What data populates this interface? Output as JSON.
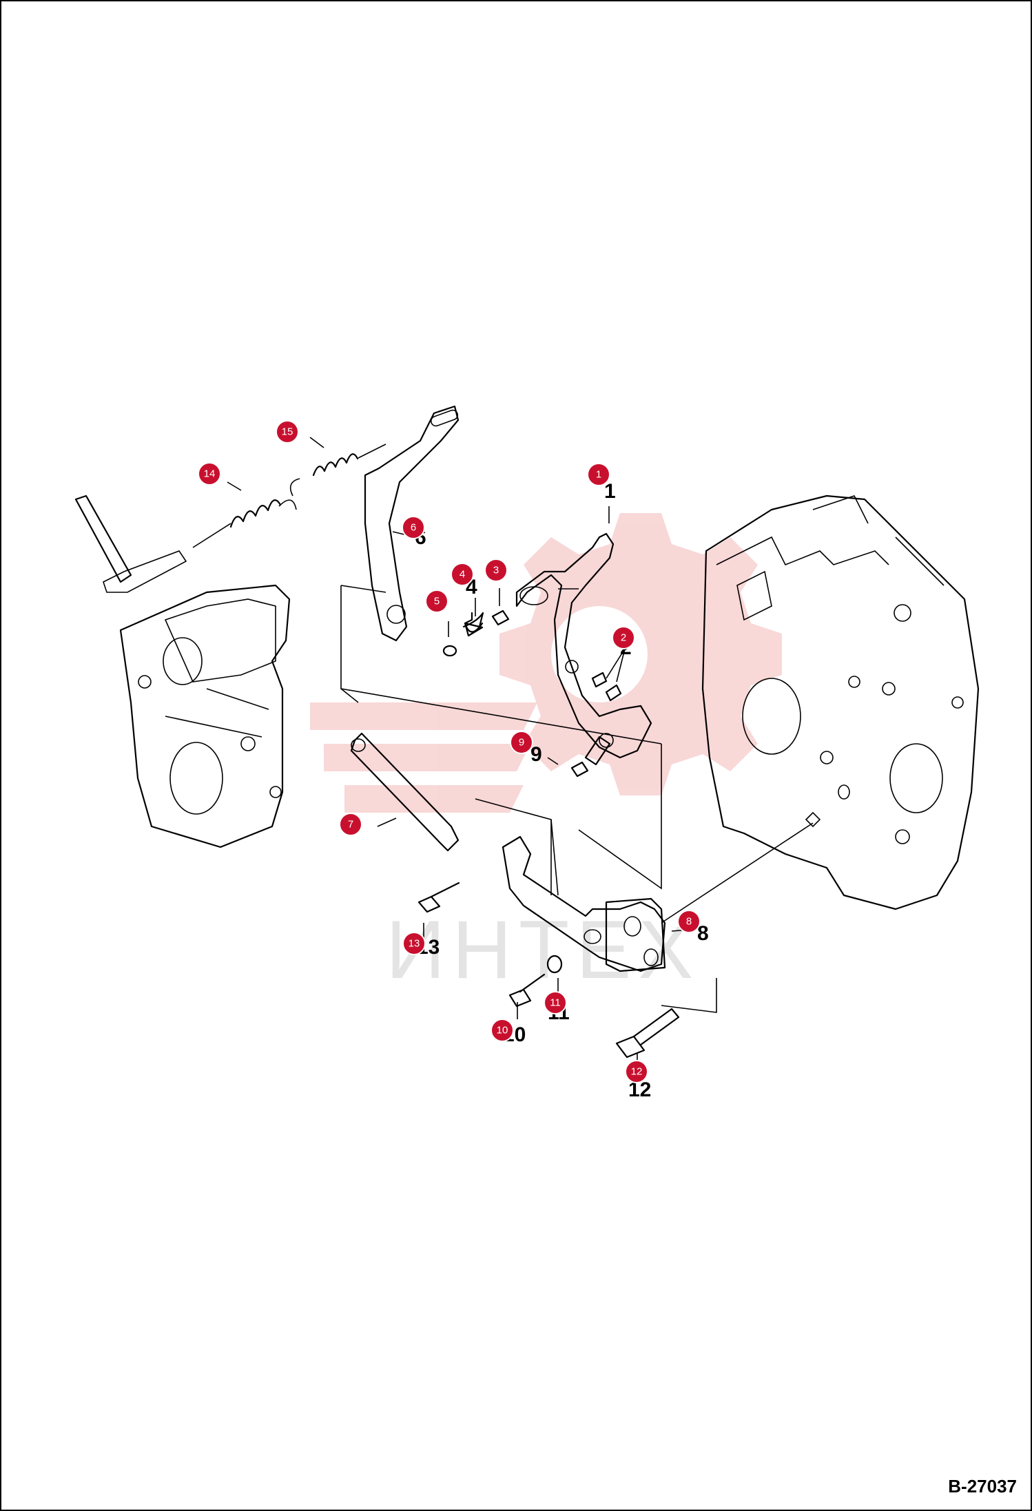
{
  "diagram": {
    "reference": "B-27037",
    "watermark_text": "ИНТЕХ",
    "callouts": [
      {
        "id": "1",
        "label": "1"
      },
      {
        "id": "2",
        "label": "2"
      },
      {
        "id": "3",
        "label": "3"
      },
      {
        "id": "4",
        "label": "4"
      },
      {
        "id": "5",
        "label": "5"
      },
      {
        "id": "6",
        "label": "6"
      },
      {
        "id": "7",
        "label": "7"
      },
      {
        "id": "8",
        "label": "8"
      },
      {
        "id": "9",
        "label": "9"
      },
      {
        "id": "10",
        "label": "10"
      },
      {
        "id": "11",
        "label": "11"
      },
      {
        "id": "12",
        "label": "12"
      },
      {
        "id": "13",
        "label": "13"
      },
      {
        "id": "14",
        "label": "14"
      },
      {
        "id": "15",
        "label": "15"
      }
    ],
    "colors": {
      "marker": "#c8102e",
      "watermark": "#f2c4c4",
      "ink": "#000000"
    }
  }
}
